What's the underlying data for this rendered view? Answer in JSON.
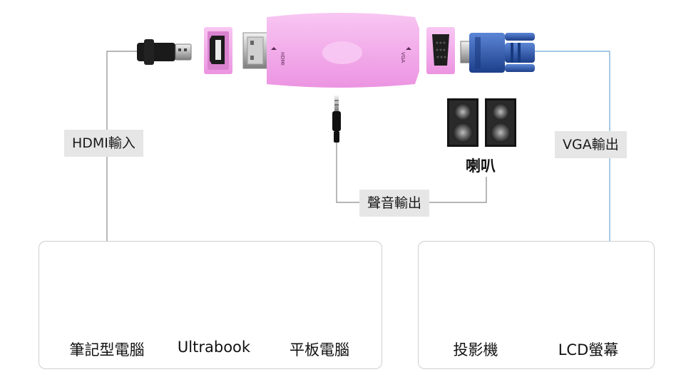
{
  "labels": {
    "hdmi_input": "HDMI輸入",
    "vga_output": "VGA輸出",
    "audio_output": "聲音輸出",
    "speaker": "喇叭"
  },
  "adapter": {
    "left_mark": "HDMI",
    "right_mark": "VGA"
  },
  "sources": [
    {
      "name": "筆記型電腦"
    },
    {
      "name": "Ultrabook"
    },
    {
      "name": "平板電腦"
    }
  ],
  "outputs": [
    {
      "name": "投影機"
    },
    {
      "name": "LCD螢幕"
    }
  ],
  "colors": {
    "adapter_pink": "#f4a8ec",
    "vga_blue": "#2f5fb8",
    "line_gray": "#8a8a8a",
    "line_blue": "#6fa8d8"
  }
}
